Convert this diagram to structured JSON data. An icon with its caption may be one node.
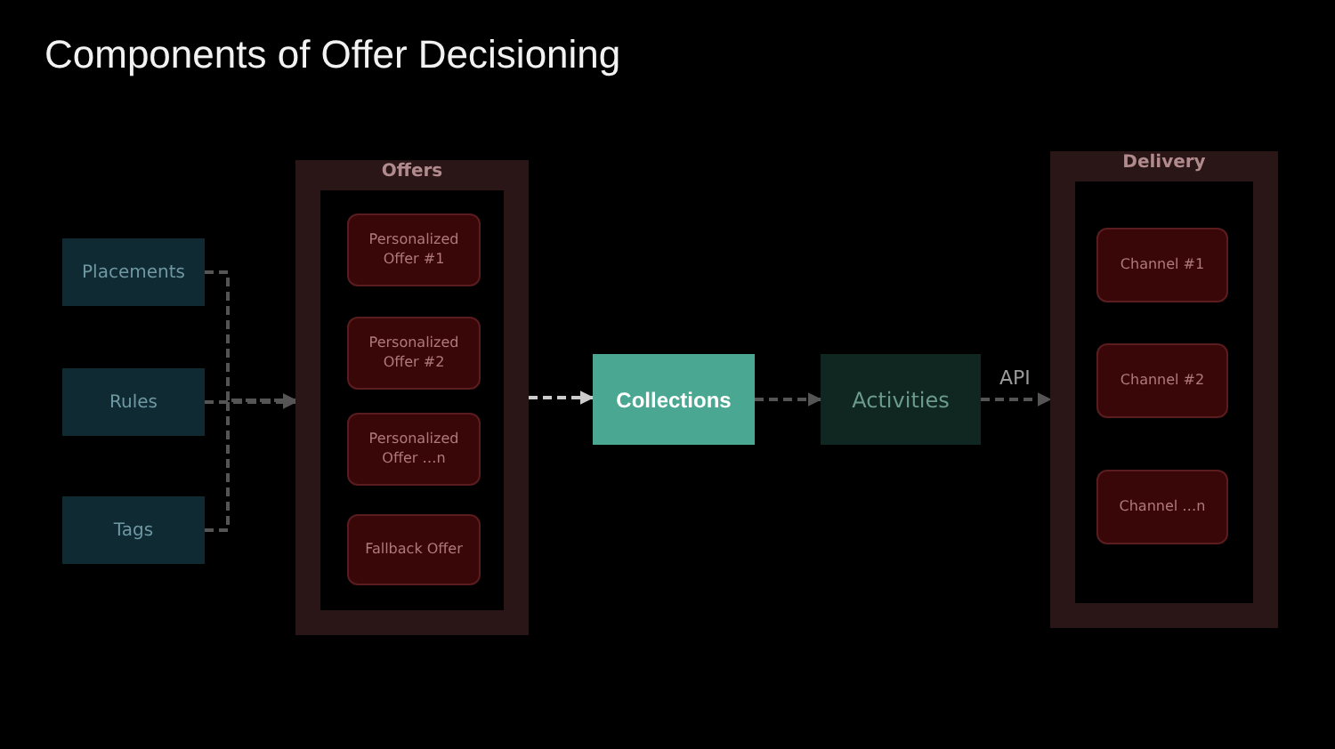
{
  "diagram": {
    "title": "Components of Offer Decisioning",
    "nodes": [
      {
        "text": [
          "Placements"
        ]
      },
      {
        "text": [
          "Rules"
        ]
      },
      {
        "text": [
          "Tags"
        ]
      },
      {
        "text": [
          "Offers"
        ]
      },
      {
        "text": [
          "Personalized Offer #1"
        ],
        "in": 3
      },
      {
        "text": [
          "Personalized Offer #2"
        ],
        "in": 3
      },
      {
        "text": [
          "Personalized Offer …n"
        ],
        "in": 3
      },
      {
        "text": [
          "Fallback Offer"
        ],
        "in": 3
      },
      {
        "text": [
          "Collections"
        ]
      },
      {
        "text": [
          "Activities"
        ]
      },
      {
        "text": [
          "Delivery"
        ]
      },
      {
        "text": [
          "Channel #1"
        ],
        "in": 10
      },
      {
        "text": [
          "Channel #2"
        ],
        "in": 10
      },
      {
        "text": [
          "Channel …n"
        ],
        "in": 10
      }
    ],
    "edges": [
      {
        "from": 0,
        "to": 3,
        "arrow": "to",
        "style": "dashed"
      },
      {
        "from": 1,
        "to": 3,
        "arrow": "to",
        "style": "dashed"
      },
      {
        "from": 2,
        "to": 3,
        "arrow": "to",
        "style": "dashed"
      },
      {
        "from": 3,
        "to": 8,
        "arrow": "to",
        "style": "dashed",
        "color": "#cccccc"
      },
      {
        "from": 8,
        "to": 9,
        "arrow": "to",
        "style": "dashed"
      },
      {
        "from": 9,
        "to": 10,
        "arrow": "to",
        "style": "dashed",
        "label": "API"
      }
    ]
  }
}
